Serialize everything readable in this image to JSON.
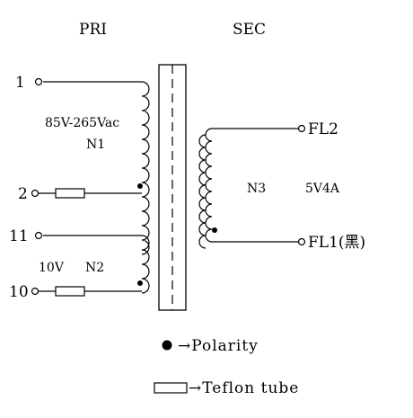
{
  "diagram": {
    "primary_label": "PRI",
    "secondary_label": "SEC",
    "pins": {
      "p1": "1",
      "p2": "2",
      "p11": "11",
      "p10": "10",
      "fl2": "FL2",
      "fl1": "FL1(黑)"
    },
    "windings": {
      "n1": "N1",
      "n2": "N2",
      "n3": "N3"
    },
    "ratings": {
      "input": "85V-265Vac",
      "aux_voltage": "10V",
      "output": "5V4A"
    },
    "legend": {
      "polarity": "→Polarity",
      "teflon": "→Teflon tube"
    }
  }
}
